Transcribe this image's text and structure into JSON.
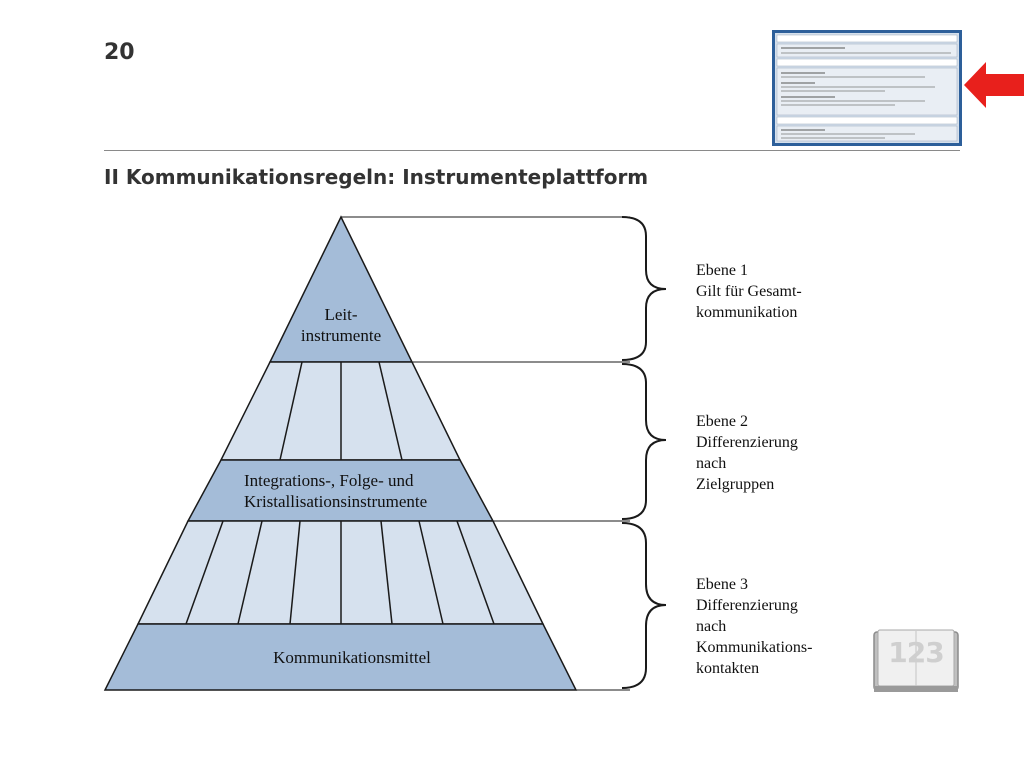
{
  "slide": {
    "number": "20",
    "title": "II Kommunikationsregeln: Instrumenteplattform"
  },
  "pyramid": {
    "top_label_line1": "Leit-",
    "top_label_line2": "instrumente",
    "middle_label_line1": "Integrations-, Folge- und",
    "middle_label_line2": "Kristallisationsinstrumente",
    "bottom_label": "Kommunikationsmittel",
    "fill_color": "#a4bcd8",
    "light_fill_color": "#d6e1ee",
    "stroke_color": "#1a1a1a"
  },
  "levels": [
    {
      "title": "Ebene 1",
      "lines": [
        "Gilt für Gesamt-",
        "kommunikation"
      ]
    },
    {
      "title": "Ebene 2",
      "lines": [
        "Differenzierung",
        "nach",
        "Zielgruppen"
      ]
    },
    {
      "title": "Ebene 3",
      "lines": [
        "Differenzierung",
        "nach",
        "Kommunikations-",
        "kontakten"
      ]
    }
  ],
  "book_icon": {
    "number": "123"
  },
  "nav_arrow": {
    "icon": "left-arrow-icon",
    "color": "#e8201c"
  },
  "thumbnail": {
    "border_color": "#2d5f9a",
    "background_color": "#d5e0ec"
  }
}
